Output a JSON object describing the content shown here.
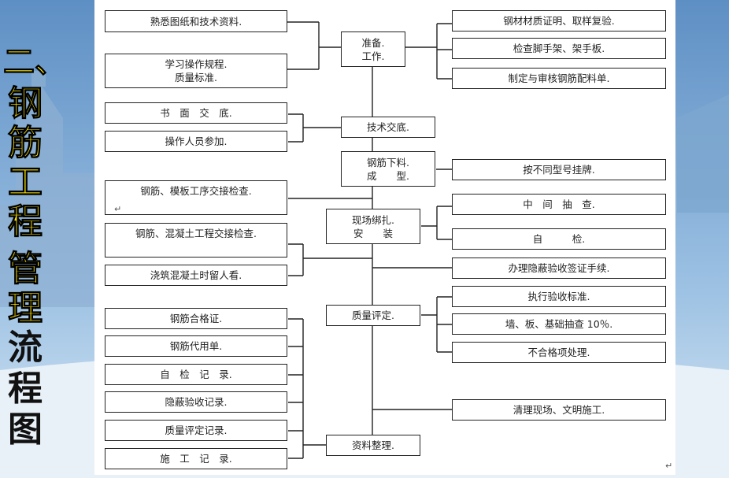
{
  "side_title": {
    "line1": "二、",
    "chars_yellow": [
      "钢",
      "筋",
      "工",
      "程",
      "管",
      "理"
    ],
    "chars_black": [
      "流",
      "程",
      "图"
    ]
  },
  "diagram": {
    "left": {
      "familiarize": "熟悉图纸和技术资料.",
      "study": "学习操作规程.\n质量标准.",
      "written": "书　面　交　底.",
      "workers": "操作人员参加.",
      "handover_formwork": "钢筋、模板工序交接检查.",
      "handover_concrete": "钢筋、混凝土工程交接检查.",
      "pour_watch": "浇筑混凝土时留人看.",
      "cert": "钢筋合格证.",
      "substitute": "钢筋代用单.",
      "self_record": "自　检　记　录.",
      "hidden_record": "隐蔽验收记录.",
      "quality_record": "质量评定记录.",
      "construction_record": "施　工　记　录."
    },
    "center": {
      "prepare": "准备.\n工作.",
      "tech_brief": "技术交底.",
      "cut_form": "钢筋下料.\n成　　型.",
      "bind_install": "现场绑扎.\n安　　装",
      "quality_eval": "质量评定.",
      "data_org": "资料整理."
    },
    "right": {
      "material_cert": "钢材材质证明、取样复验.",
      "scaffold": "检查脚手架、架手板.",
      "schedule": "制定与审核钢筋配料单.",
      "tagging": "按不同型号挂牌.",
      "mid_check": "中　间　抽　查.",
      "self_check": "自　　　检.",
      "hidden_accept": "办理隐蔽验收签证手续.",
      "standard": "执行验收标准.",
      "sampling": "墙、板、基础抽查 10％.",
      "nonconform": "不合格项处理.",
      "cleanup": "清理现场、文明施工."
    }
  }
}
